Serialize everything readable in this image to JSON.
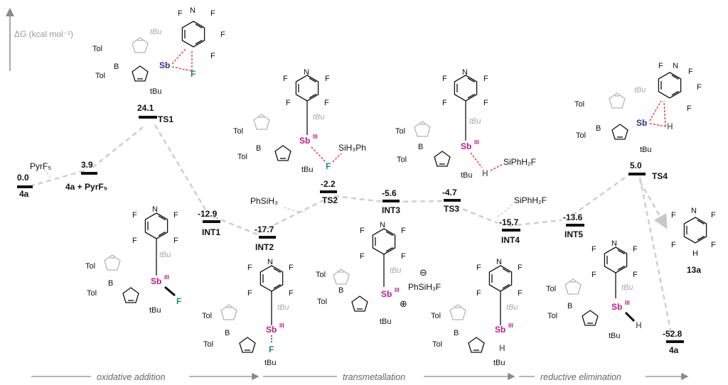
{
  "axis": {
    "label": "ΔG (kcal mol⁻¹)"
  },
  "species": [
    {
      "id": "s4a",
      "energy": "0.0",
      "label": "4a"
    },
    {
      "id": "s4aPyr",
      "energy": "3.9",
      "label": "4a + PyrF₅"
    },
    {
      "id": "sTS1",
      "energy": "24.1",
      "label": "TS1"
    },
    {
      "id": "sINT1",
      "energy": "-12.9",
      "label": "INT1"
    },
    {
      "id": "sINT2",
      "energy": "-17.7",
      "label": "INT2"
    },
    {
      "id": "sTS2",
      "energy": "-2.2",
      "label": "TS2"
    },
    {
      "id": "sINT3",
      "energy": "-5.6",
      "label": "INT3"
    },
    {
      "id": "sTS3",
      "energy": "-4.7",
      "label": "TS3"
    },
    {
      "id": "sINT4",
      "energy": "-15.7",
      "label": "INT4"
    },
    {
      "id": "sINT5",
      "energy": "-13.6",
      "label": "INT5"
    },
    {
      "id": "sTS4",
      "energy": "5.0",
      "label": "TS4"
    },
    {
      "id": "s4aEnd",
      "energy": "-52.8",
      "label": "4a"
    }
  ],
  "reagents": {
    "pyrf5": "PyrF₅",
    "phsih3": "PhSiH₃",
    "siph_h2f": "SiPhH₂F",
    "sih3ph": "SiH₃Ph",
    "phsih3f_anion": "PhSiH₃F",
    "minus": "⊖",
    "plus": "⊕"
  },
  "product": {
    "label": "13a"
  },
  "atoms": {
    "F": "F",
    "N": "N",
    "B": "B",
    "H": "H",
    "Tol": "Tol",
    "Sb": "Sb",
    "SbIII_sup": "III",
    "tBu": "tBu"
  },
  "stages": [
    "oxidative addition",
    "transmetallation",
    "reductive elimination"
  ],
  "colors": {
    "sb_magenta": "#c0188c",
    "sb_navy": "#3b2a86",
    "fluoride": "#138a8a",
    "dashed_path": "#cccccc",
    "ts_bond": "#e8292c"
  }
}
